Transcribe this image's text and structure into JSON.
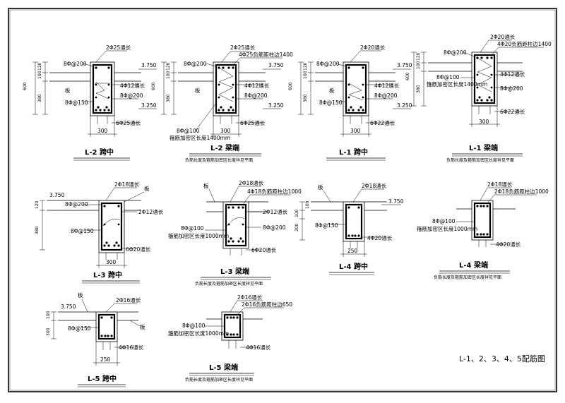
{
  "sheet_title": "L-1、2、3、4、5配筋图",
  "sections": [
    {
      "title": "L-2 跨中",
      "subtitle": "",
      "labels": [
        "2Φ25通长",
        "8Φ@200",
        "3.750",
        "板",
        "4Φ12通长",
        "8Φ@150",
        "8Φ@200",
        "3.250",
        "6Φ25通长"
      ],
      "dims": [
        "600",
        "120",
        "100",
        "380",
        "300"
      ]
    },
    {
      "title": "L-2 梁端",
      "subtitle": "负筋长度及箍筋加密区长度祥见平面",
      "labels": [
        "2Φ25通长",
        "4Φ25负筋距柱边1400",
        "8Φ@200",
        "3.750",
        "板",
        "4Φ12通长",
        "8Φ@200",
        "3.250",
        "6Φ25通长",
        "8Φ@100",
        "箍筋加密区长度1400mm"
      ],
      "dims": [
        "600",
        "120",
        "100",
        "380",
        "300"
      ]
    },
    {
      "title": "L-1 跨中",
      "subtitle": "",
      "labels": [
        "2Φ20通长",
        "8Φ@200",
        "3.750",
        "板",
        "4Φ12通长",
        "8Φ@150",
        "8Φ@200",
        "3.250",
        "6Φ22通长"
      ],
      "dims": [
        "600",
        "120",
        "100",
        "380",
        "300"
      ]
    },
    {
      "title": "L-1 梁端",
      "subtitle": "负筋长度及箍筋加密区长度祥见平面",
      "labels": [
        "2Φ20通长",
        "4Φ20负筋距柱边1400",
        "8Φ@200",
        "4Φ12通长",
        "8Φ@100",
        "箍筋加密区长度1400mm",
        "8Φ@200",
        "6Φ22通长"
      ],
      "dims": [
        "600",
        "120",
        "100",
        "380",
        "300"
      ]
    },
    {
      "title": "L-3 跨中",
      "subtitle": "",
      "labels": [
        "2Φ18通长",
        "板",
        "3.750",
        "8Φ@200",
        "2Φ12通长",
        "8Φ@150",
        "6Φ20通长"
      ],
      "dims": [
        "120",
        "380",
        "300"
      ]
    },
    {
      "title": "L-3 梁端",
      "subtitle": "负筋长度及箍筋加密区长度祥见平面",
      "labels": [
        "2Φ18通长",
        "板",
        "4Φ18负筋距柱边1000",
        "2Φ12通长",
        "8Φ@100",
        "箍筋加密区长度1000mm",
        "8Φ@200",
        "6Φ20通长"
      ],
      "dims": []
    },
    {
      "title": "L-4 跨中",
      "subtitle": "",
      "labels": [
        "2Φ18通长",
        "板",
        "3.750",
        "8Φ@150",
        "4Φ20通长"
      ],
      "dims": [
        "200",
        "100",
        "100",
        "250"
      ]
    },
    {
      "title": "L-4 梁端",
      "subtitle": "负筋长度及箍筋加密区长度祥见平面",
      "labels": [
        "2Φ18通长",
        "2Φ18负筋距柱边1000",
        "8Φ@100",
        "箍筋加密区长度1000mm",
        "4Φ20通长"
      ],
      "dims": []
    },
    {
      "title": "L-5 跨中",
      "subtitle": "",
      "labels": [
        "板",
        "2Φ16通长",
        "3.750",
        "8Φ@150",
        "板",
        "4Φ16通长"
      ],
      "dims": [
        "300",
        "100",
        "250"
      ]
    },
    {
      "title": "L-5 梁端",
      "subtitle": "负筋长度及箍筋加密区长度祥见平面",
      "labels": [
        "2Φ16通长",
        "2Φ16负筋距柱边650",
        "8Φ@100",
        "箍筋加密区长度1000mm",
        "4Φ16通长"
      ],
      "dims": []
    }
  ]
}
